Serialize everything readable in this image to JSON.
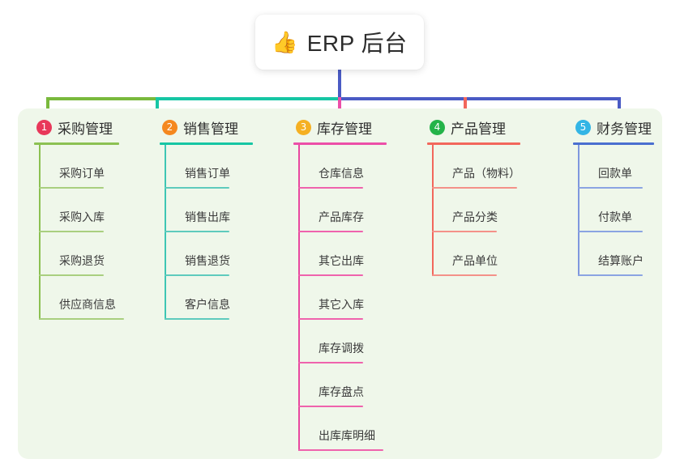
{
  "root": {
    "icon": "thumbs-up-icon",
    "icon_glyph": "👍",
    "title": "ERP 后台"
  },
  "palette": {
    "page_background": "#ffffff",
    "panel_background": "#eff7ea",
    "text": "#3a3a3a",
    "root_stem": "#4a5bc4",
    "bus_green": "#79b93c",
    "bus_teal": "#16c6a4",
    "bus_blue": "#4a5bc4"
  },
  "columns": [
    {
      "index": "1",
      "badge_color": "#e8385a",
      "title": "采购管理",
      "rule_color": "#8cc152",
      "spine_color": "#8cc152",
      "leaf_rule_color": "#a9cf7f",
      "drop_color": "#79b93c",
      "items": [
        "采购订单",
        "采购入库",
        "采购退货",
        "供应商信息"
      ]
    },
    {
      "index": "2",
      "badge_color": "#f5881f",
      "title": "销售管理",
      "rule_color": "#16c6a4",
      "spine_color": "#3ec6b4",
      "leaf_rule_color": "#5ecbbd",
      "drop_color": "#16c6a4",
      "items": [
        "销售订单",
        "销售出库",
        "销售退货",
        "客户信息"
      ]
    },
    {
      "index": "3",
      "badge_color": "#f5b022",
      "title": "库存管理",
      "rule_color": "#ec4fa8",
      "spine_color": "#e8479f",
      "leaf_rule_color": "#ef63ad",
      "drop_color": "#ec4fa8",
      "items": [
        "仓库信息",
        "产品库存",
        "其它出库",
        "其它入库",
        "库存调拨",
        "库存盘点",
        "出库库明细"
      ]
    },
    {
      "index": "4",
      "badge_color": "#24b349",
      "title": "产品管理",
      "rule_color": "#f2675c",
      "spine_color": "#f2675c",
      "leaf_rule_color": "#f49189",
      "drop_color": "#f2675c",
      "items": [
        "产品（物料）",
        "产品分类",
        "产品单位"
      ]
    },
    {
      "index": "5",
      "badge_color": "#33b5e5",
      "title": "财务管理",
      "rule_color": "#4a6fd0",
      "spine_color": "#7f97de",
      "leaf_rule_color": "#8ba4e2",
      "drop_color": "#4a5bc4",
      "items": [
        "回款单",
        "付款单",
        "结算账户"
      ]
    }
  ]
}
